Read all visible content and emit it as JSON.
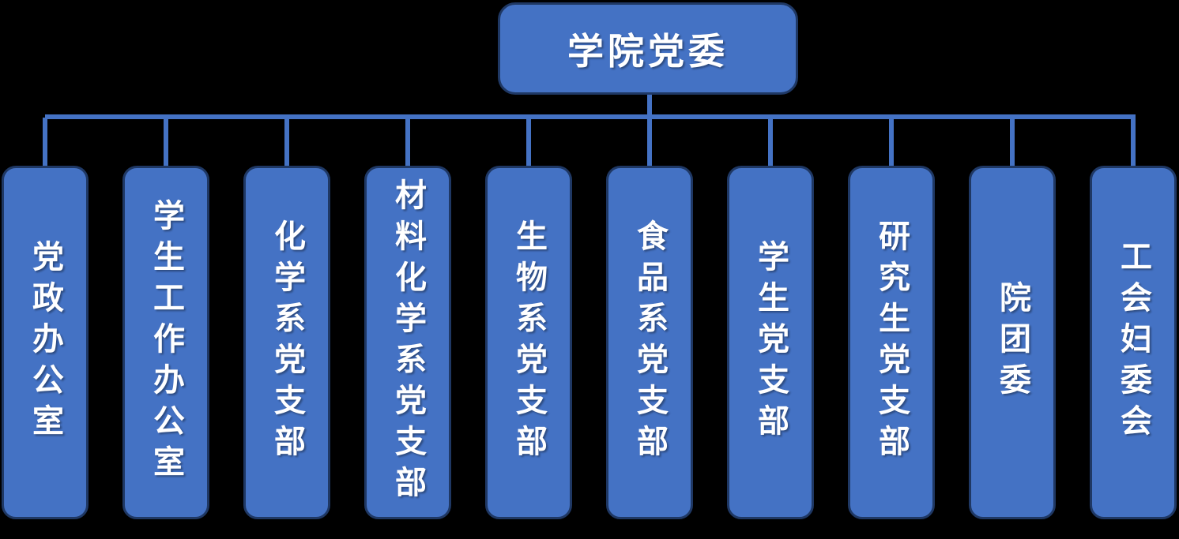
{
  "diagram": {
    "type": "org-chart",
    "root": {
      "label": "学院党委"
    },
    "branches": [
      {
        "label": "党政办公室"
      },
      {
        "label": "学生工作办公室"
      },
      {
        "label": "化学系党支部"
      },
      {
        "label": "材料化学系党支部"
      },
      {
        "label": "生物系党支部"
      },
      {
        "label": "食品系党支部"
      },
      {
        "label": "学生党支部"
      },
      {
        "label": "研究生党支部"
      },
      {
        "label": "院团委"
      },
      {
        "label": "工会妇委会"
      }
    ],
    "colors": {
      "node_fill": "#4472C4",
      "node_border": "#1F3864",
      "connector": "#4472C4",
      "text": "#FFFFFF",
      "background": "#000000"
    }
  }
}
